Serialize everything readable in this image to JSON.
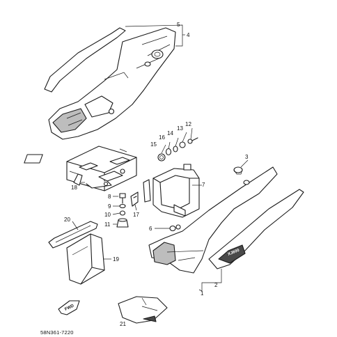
{
  "diagram": {
    "part_labels": [
      "5",
      "4",
      "15",
      "16",
      "14",
      "13",
      "12",
      "3",
      "7",
      "18",
      "8",
      "9",
      "17",
      "10",
      "11",
      "6",
      "20",
      "19",
      "2",
      "1",
      "21"
    ],
    "emblem_text": "XJ600",
    "front_badge": "FWD",
    "catalog_code": "58N361-7220"
  }
}
